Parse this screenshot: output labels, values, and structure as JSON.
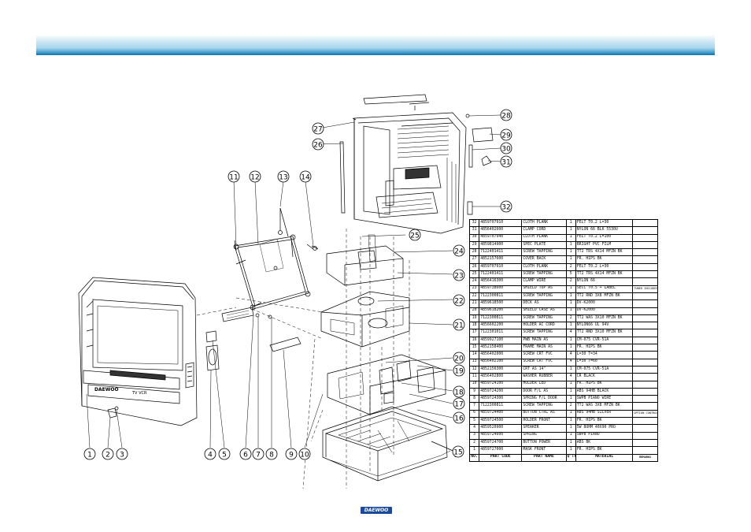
{
  "callouts": [
    {
      "num": "1"
    },
    {
      "num": "2"
    },
    {
      "num": "3"
    },
    {
      "num": "4"
    },
    {
      "num": "5"
    },
    {
      "num": "6"
    },
    {
      "num": "7"
    },
    {
      "num": "8"
    },
    {
      "num": "9"
    },
    {
      "num": "10"
    },
    {
      "num": "11"
    },
    {
      "num": "12"
    },
    {
      "num": "13"
    },
    {
      "num": "14"
    },
    {
      "num": "15"
    },
    {
      "num": "16"
    },
    {
      "num": "17"
    },
    {
      "num": "18"
    },
    {
      "num": "19"
    },
    {
      "num": "20"
    },
    {
      "num": "21"
    },
    {
      "num": "22"
    },
    {
      "num": "23"
    },
    {
      "num": "24"
    },
    {
      "num": "25"
    },
    {
      "num": "26"
    },
    {
      "num": "27"
    },
    {
      "num": "28"
    },
    {
      "num": "29"
    },
    {
      "num": "30"
    },
    {
      "num": "31"
    },
    {
      "num": "32"
    }
  ],
  "parts_table": {
    "header": {
      "no": "NO.",
      "code": "PART CODE",
      "name": "PART NAME",
      "qty": "Q'TY",
      "material": "MATERIAL",
      "remarks": "REMARKS"
    },
    "rows": [
      {
        "no": "32",
        "code": "4859707910",
        "name": "CLOTH PLANK",
        "qty": "1",
        "material": "FELT T0.2 L=30",
        "remarks": ""
      },
      {
        "no": "31",
        "code": "4856402600",
        "name": "CLAMP CORD",
        "qty": "1",
        "material": "NYLON 66 BLK 5530U",
        "remarks": ""
      },
      {
        "no": "30",
        "code": "4859707940",
        "name": "CLOTH PLANK",
        "qty": "1",
        "material": "FELT T0.2 L=100",
        "remarks": ""
      },
      {
        "no": "29",
        "code": "4859814900",
        "name": "SPEC PLATE",
        "qty": "1",
        "material": "BRIGHT PVC FILM",
        "remarks": ""
      },
      {
        "no": "28",
        "code": "7122401411",
        "name": "SCREW TAPPING",
        "qty": "1",
        "material": "TT2 TRS 4X14 MFZN BK",
        "remarks": ""
      },
      {
        "no": "27",
        "code": "4852157600",
        "name": "COVER BACK",
        "qty": "1",
        "material": "FR. HIPS BK",
        "remarks": ""
      },
      {
        "no": "26",
        "code": "4859707910",
        "name": "CLOTH PLANK",
        "qty": "2",
        "material": "FELT T0.2 L=30",
        "remarks": ""
      },
      {
        "no": "25",
        "code": "7122401411",
        "name": "SCREW TAPPING",
        "qty": "5",
        "material": "TT2 TRS 4X14 MFZN BK",
        "remarks": ""
      },
      {
        "no": "24",
        "code": "4856416300",
        "name": "CLAMP WIRE",
        "qty": "2",
        "material": "NYLON 66",
        "remarks": ""
      },
      {
        "no": "23",
        "code": "4859738600",
        "name": "SHIELD TOP AS",
        "qty": "1",
        "material": "SECC T0.5 + LABEL",
        "remarks": "TUNER INCLUDED"
      },
      {
        "no": "22",
        "code": "7122300811",
        "name": "SCREW TAPPING",
        "qty": "1",
        "material": "TT2 RND 3X8 MFZN BK",
        "remarks": ""
      },
      {
        "no": "21",
        "code": "4859618500",
        "name": "DECK AS",
        "qty": "1",
        "material": "DV-K2000",
        "remarks": ""
      },
      {
        "no": "20",
        "code": "4859618200",
        "name": "SHIELD CASE AS",
        "qty": "1",
        "material": "DV-K2000",
        "remarks": ""
      },
      {
        "no": "19",
        "code": "7122300811",
        "name": "SCREW TAPPING",
        "qty": "2",
        "material": "TT2 WAS 3X10 MFZN BK",
        "remarks": ""
      },
      {
        "no": "18",
        "code": "4856602200",
        "name": "HOLDER AC CORD",
        "qty": "1",
        "material": "NYLON66 UL 94V",
        "remarks": ""
      },
      {
        "no": "17",
        "code": "7122301011",
        "name": "SCREW TAPPING",
        "qty": "4",
        "material": "TT2 RND 3X10 MFZN BK",
        "remarks": ""
      },
      {
        "no": "16",
        "code": "4859927100",
        "name": "PWB MAIN AS",
        "qty": "1",
        "material": "CM-075 CVR-51A",
        "remarks": ""
      },
      {
        "no": "15",
        "code": "4852158400",
        "name": "FRAME MAIN AS",
        "qty": "1",
        "material": "FR. HIPS BK",
        "remarks": ""
      },
      {
        "no": "14",
        "code": "4856402000",
        "name": "SCREW CRT FVC",
        "qty": "4",
        "material": "L=30 T=34",
        "remarks": ""
      },
      {
        "no": "13",
        "code": "4856402100",
        "name": "SCREW CRT FVC",
        "qty": "4",
        "material": "L=30 T=60",
        "remarks": ""
      },
      {
        "no": "12",
        "code": "4852156300",
        "name": "CRT AS 14\"",
        "qty": "1",
        "material": "CM-075 CVR-51A",
        "remarks": ""
      },
      {
        "no": "11",
        "code": "4856402800",
        "name": "WASHER RUBBER",
        "qty": "4",
        "material": "CR BLACK",
        "remarks": ""
      },
      {
        "no": "10",
        "code": "4859724100",
        "name": "HOLDER LED",
        "qty": "1",
        "material": "FR. HIPS BK",
        "remarks": ""
      },
      {
        "no": "9",
        "code": "4859724200",
        "name": "DOOR F/L AS",
        "qty": "1",
        "material": "ABS 94HB BLACK",
        "remarks": ""
      },
      {
        "no": "8",
        "code": "4859724300",
        "name": "SPRING F/L DOOR",
        "qty": "1",
        "material": "SWPB PIANO WIRE",
        "remarks": ""
      },
      {
        "no": "7",
        "code": "7122300811",
        "name": "SCREW TAPPING",
        "qty": "2",
        "material": "TT2 WAS 3X8 MFZN BK",
        "remarks": ""
      },
      {
        "no": "6",
        "code": "4859724400",
        "name": "BUTTON CTRL AS",
        "qty": "1",
        "material": "ABS 94HB SILVER",
        "remarks": "OPTION CONTROL"
      },
      {
        "no": "5",
        "code": "4859724500",
        "name": "HOLDER FRONT",
        "qty": "1",
        "material": "FR. HIPS BK",
        "remarks": ""
      },
      {
        "no": "4",
        "code": "4859520900",
        "name": "SPEAKER",
        "qty": "1",
        "material": "5W 8OHM 40X90 PRO",
        "remarks": ""
      },
      {
        "no": "3",
        "code": "4859724600",
        "name": "SPRING",
        "qty": "1",
        "material": "SWPB PIANO",
        "remarks": ""
      },
      {
        "no": "2",
        "code": "4859724700",
        "name": "BUTTON POWER",
        "qty": "1",
        "material": "ABS BK",
        "remarks": ""
      },
      {
        "no": "1",
        "code": "4859727000",
        "name": "MASK FRONT",
        "qty": "1",
        "material": "FR. HIPS BK",
        "remarks": ""
      }
    ]
  },
  "front_mask": {
    "brand": "DAEWOO",
    "model": "TV VCR"
  },
  "footer": {
    "logo": "DAEWOO"
  },
  "colors": {
    "header_band": "#2b8fc4",
    "header_light": "#cfe8f5",
    "logo_bg": "#1a4a9c"
  }
}
